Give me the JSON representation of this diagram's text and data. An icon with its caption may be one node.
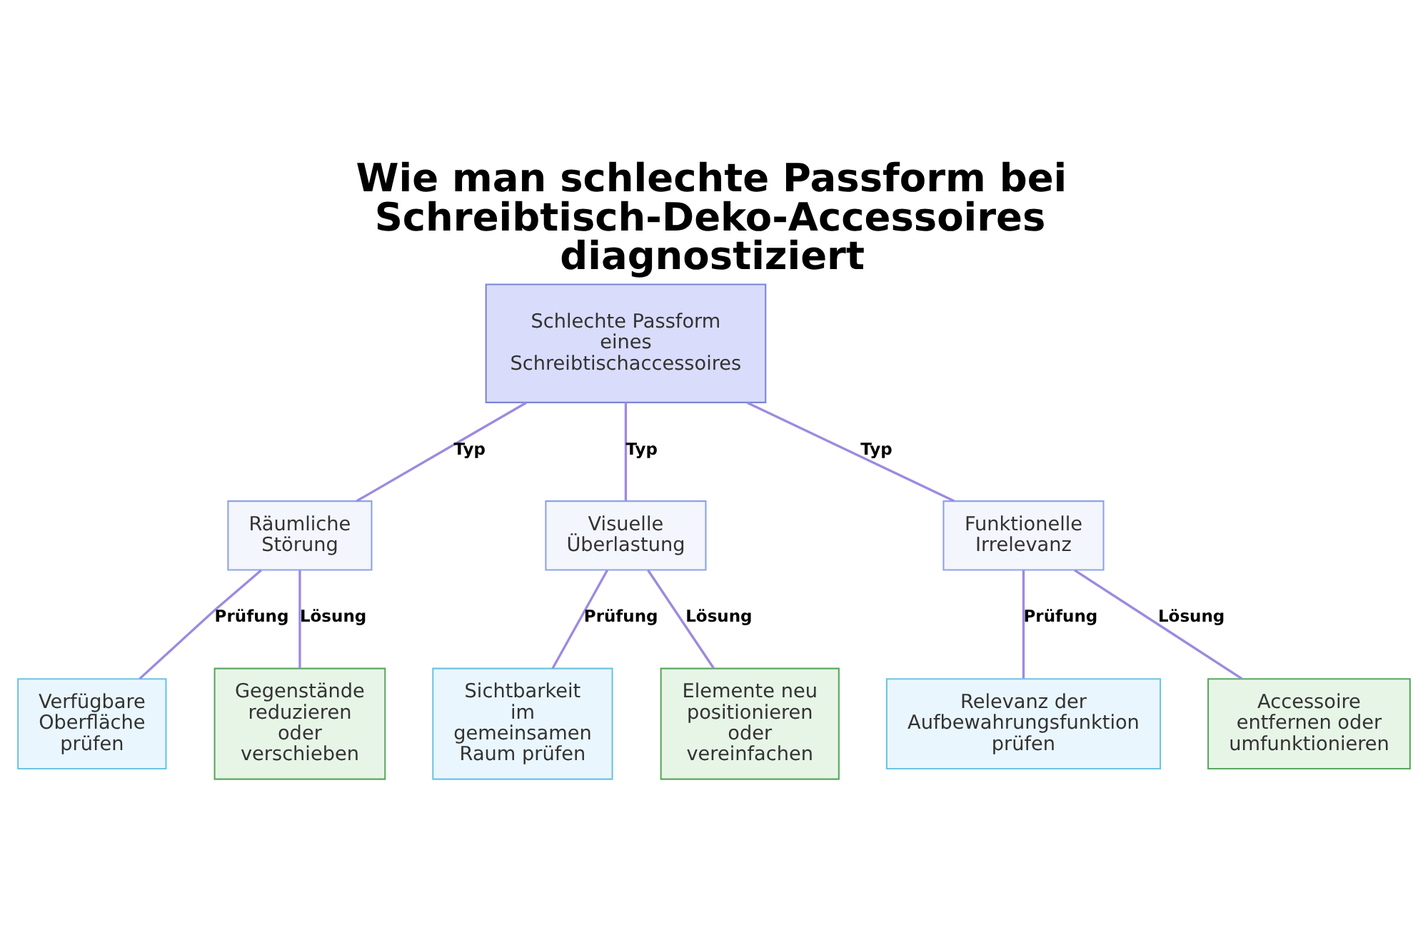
{
  "diagram": {
    "title": "Wie man schlechte Passform bei Schreibtisch-Deko-Accessoires diagnostiziert",
    "nodes": [
      {
        "text": [
          "Schlechte Passform eines Schreibtischaccessoires"
        ]
      },
      {
        "text": [
          "Räumliche Störung"
        ]
      },
      {
        "text": [
          "Visuelle Überlastung"
        ]
      },
      {
        "text": [
          "Funktionelle Irrelevanz"
        ]
      },
      {
        "text": [
          "Verfügbare Oberfläche prüfen"
        ]
      },
      {
        "text": [
          "Gegenstände reduzieren oder verschieben"
        ]
      },
      {
        "text": [
          "Sichtbarkeit im gemeinsamen Raum prüfen"
        ]
      },
      {
        "text": [
          "Elemente neu positionieren oder vereinfachen"
        ]
      },
      {
        "text": [
          "Relevanz der Aufbewahrungsfunktion prüfen"
        ]
      },
      {
        "text": [
          "Accessoire entfernen oder umfunktionieren"
        ]
      }
    ],
    "edges": [
      {
        "from": 0,
        "to": 1,
        "arrow": "none",
        "label": "Typ"
      },
      {
        "from": 0,
        "to": 2,
        "arrow": "none",
        "label": "Typ"
      },
      {
        "from": 0,
        "to": 3,
        "arrow": "none",
        "label": "Typ"
      },
      {
        "from": 1,
        "to": 4,
        "arrow": "none",
        "label": "Prüfung"
      },
      {
        "from": 1,
        "to": 5,
        "arrow": "none",
        "label": "Lösung"
      },
      {
        "from": 2,
        "to": 6,
        "arrow": "none",
        "label": "Prüfung"
      },
      {
        "from": 2,
        "to": 7,
        "arrow": "none",
        "label": "Lösung"
      },
      {
        "from": 3,
        "to": 8,
        "arrow": "none",
        "label": "Prüfung"
      },
      {
        "from": 3,
        "to": 9,
        "arrow": "none",
        "label": "Lösung"
      }
    ]
  }
}
